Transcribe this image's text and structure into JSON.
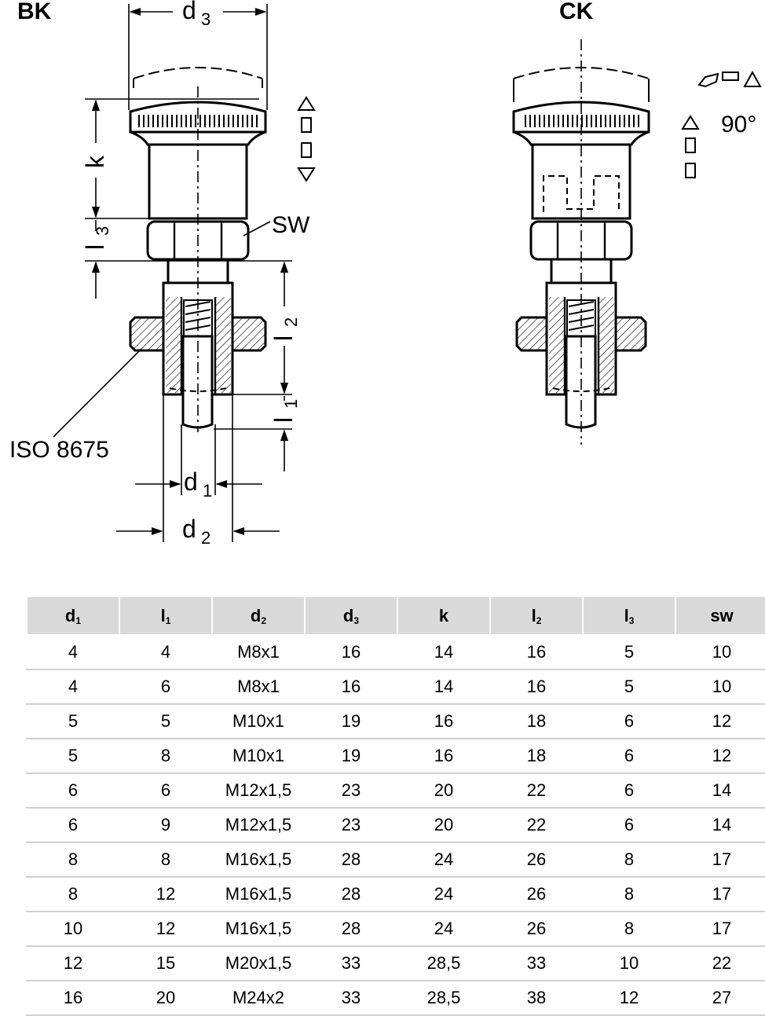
{
  "variants": {
    "left": "BK",
    "right": "CK"
  },
  "labels": {
    "d3": {
      "main": "d",
      "sub": "3"
    },
    "d1": {
      "main": "d",
      "sub": "1"
    },
    "d2": {
      "main": "d",
      "sub": "2"
    },
    "k": "k",
    "l3": {
      "main": "l",
      "sub": "3"
    },
    "l2": {
      "main": "l",
      "sub": "2"
    },
    "l1": {
      "main": "l",
      "sub": "1"
    },
    "sw": "SW",
    "iso": "ISO 8675",
    "angle": "90°"
  },
  "table": {
    "columns": [
      {
        "main": "d",
        "sub": "1"
      },
      {
        "main": "l",
        "sub": "1"
      },
      {
        "main": "d",
        "sub": "2"
      },
      {
        "main": "d",
        "sub": "3"
      },
      {
        "main": "k",
        "sub": ""
      },
      {
        "main": "l",
        "sub": "2"
      },
      {
        "main": "l",
        "sub": "3"
      },
      {
        "main": "sw",
        "sub": ""
      }
    ],
    "rows": [
      [
        "4",
        "4",
        "M8x1",
        "16",
        "14",
        "16",
        "5",
        "10"
      ],
      [
        "4",
        "6",
        "M8x1",
        "16",
        "14",
        "16",
        "5",
        "10"
      ],
      [
        "5",
        "5",
        "M10x1",
        "19",
        "16",
        "18",
        "6",
        "12"
      ],
      [
        "5",
        "8",
        "M10x1",
        "19",
        "16",
        "18",
        "6",
        "12"
      ],
      [
        "6",
        "6",
        "M12x1,5",
        "23",
        "20",
        "22",
        "6",
        "14"
      ],
      [
        "6",
        "9",
        "M12x1,5",
        "23",
        "20",
        "22",
        "6",
        "14"
      ],
      [
        "8",
        "8",
        "M16x1,5",
        "28",
        "24",
        "26",
        "8",
        "17"
      ],
      [
        "8",
        "12",
        "M16x1,5",
        "28",
        "24",
        "26",
        "8",
        "17"
      ],
      [
        "10",
        "12",
        "M16x1,5",
        "28",
        "24",
        "26",
        "8",
        "17"
      ],
      [
        "12",
        "15",
        "M20x1,5",
        "33",
        "28,5",
        "33",
        "10",
        "22"
      ],
      [
        "16",
        "20",
        "M24x2",
        "33",
        "28,5",
        "38",
        "12",
        "27"
      ]
    ]
  }
}
